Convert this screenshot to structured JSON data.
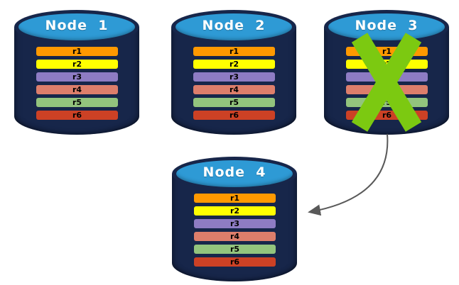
{
  "diagram": {
    "description": "Database replication failover diagram: four cylinder nodes with replica rows; Node 3 is failed and its data moves to Node 4",
    "colors": {
      "background": "#FFFFFF",
      "cylinder_body": "#17264A",
      "cylinder_top": "#2E9AD5",
      "node_label": "#FFFFFF",
      "row_text": "#000000",
      "failure_x": "#7CC911",
      "arrow": "#595959"
    },
    "nodes": [
      {
        "label": "Node  1",
        "failed": false,
        "rows": [
          {
            "label": "r1",
            "color": "#FF9900"
          },
          {
            "label": "r2",
            "color": "#FFFF00"
          },
          {
            "label": "r3",
            "color": "#8E7CC3"
          },
          {
            "label": "r4",
            "color": "#DD7E6B"
          },
          {
            "label": "r5",
            "color": "#93C47D"
          },
          {
            "label": "r6",
            "color": "#CC4125"
          }
        ]
      },
      {
        "label": "Node  2",
        "failed": false,
        "rows": [
          {
            "label": "r1",
            "color": "#FF9900"
          },
          {
            "label": "r2",
            "color": "#FFFF00"
          },
          {
            "label": "r3",
            "color": "#8E7CC3"
          },
          {
            "label": "r4",
            "color": "#DD7E6B"
          },
          {
            "label": "r5",
            "color": "#93C47D"
          },
          {
            "label": "r6",
            "color": "#CC4125"
          }
        ]
      },
      {
        "label": "Node  3",
        "failed": true,
        "rows": [
          {
            "label": "r1",
            "color": "#FF9900"
          },
          {
            "label": "r2",
            "color": "#FFFF00"
          },
          {
            "label": "r3",
            "color": "#8E7CC3"
          },
          {
            "label": "r4",
            "color": "#DD7E6B"
          },
          {
            "label": "r5",
            "color": "#93C47D"
          },
          {
            "label": "r6",
            "color": "#CC4125"
          }
        ]
      },
      {
        "label": "Node  4",
        "failed": false,
        "rows": [
          {
            "label": "r1",
            "color": "#FF9900"
          },
          {
            "label": "r2",
            "color": "#FFFF00"
          },
          {
            "label": "r3",
            "color": "#8E7CC3"
          },
          {
            "label": "r4",
            "color": "#DD7E6B"
          },
          {
            "label": "r5",
            "color": "#93C47D"
          },
          {
            "label": "r6",
            "color": "#CC4125"
          }
        ]
      }
    ],
    "arrow": {
      "from": "Node 3",
      "to": "Node 4"
    }
  }
}
